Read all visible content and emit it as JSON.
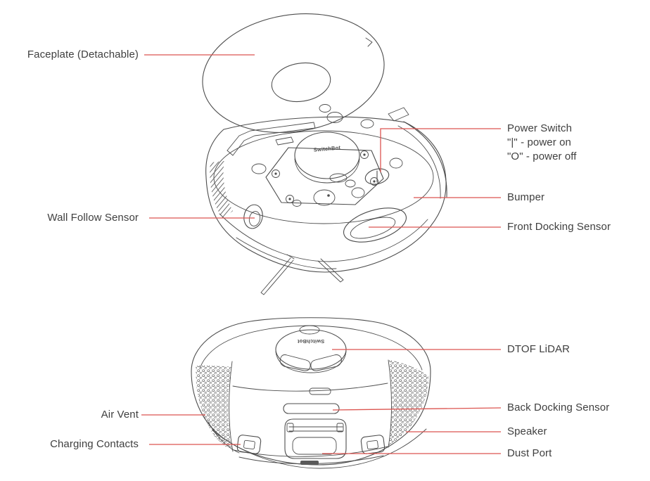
{
  "diagram_title": "Robot vacuum parts diagram",
  "colors": {
    "leader_line": "#dc5550",
    "line_art": "#4d4d4d",
    "label_text": "#3f3f3f",
    "background": "#ffffff"
  },
  "top_view": {
    "lidar_brand_text": "SwitchBot",
    "labels": {
      "faceplate": "Faceplate (Detachable)",
      "power_switch_title": "Power Switch",
      "power_switch_on": "\"|\" - power on",
      "power_switch_off": "\"O\" - power off",
      "bumper": "Bumper",
      "wall_follow_sensor": "Wall Follow Sensor",
      "front_docking_sensor": "Front Docking Sensor"
    }
  },
  "bottom_view": {
    "lidar_brand_text": "SwitchBot",
    "labels": {
      "dtof_lidar": "DTOF LiDAR",
      "air_vent": "Air Vent",
      "back_docking_sensor": "Back Docking Sensor",
      "charging_contacts": "Charging Contacts",
      "speaker": "Speaker",
      "dust_port": "Dust Port"
    }
  }
}
